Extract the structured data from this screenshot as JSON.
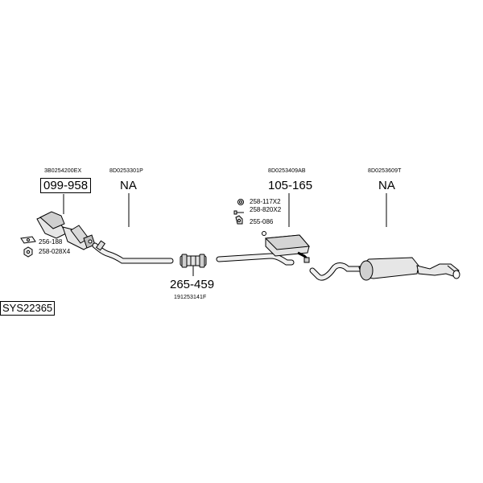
{
  "system_code": "SYS22365",
  "parts": {
    "catalyst": {
      "oem": "3B0254200EX",
      "ref": "099-958"
    },
    "front_pipe": {
      "oem": "8D0253301P",
      "ref": "NA"
    },
    "connector": {
      "oem": "191253141F",
      "ref": "265-459"
    },
    "middle_silencer": {
      "oem": "8D0253409AB",
      "ref": "105-165"
    },
    "rear_silencer": {
      "oem": "8D0253609T",
      "ref": "NA"
    }
  },
  "accessories": {
    "gasket": "256-188",
    "nut": "258-028X4",
    "clamp_ring": "258-117X2",
    "bolt": "258-820X2",
    "hanger": "255-086"
  }
}
